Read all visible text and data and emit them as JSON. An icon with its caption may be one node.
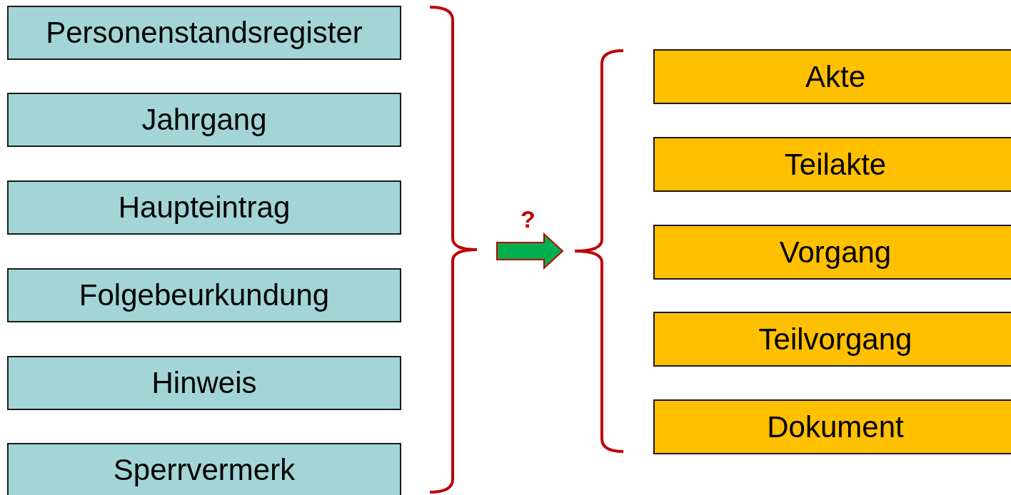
{
  "diagram": {
    "nodes": [
      {
        "text": [
          "Personenstandsregister"
        ]
      },
      {
        "text": [
          "Jahrgang"
        ]
      },
      {
        "text": [
          "Haupteintrag"
        ]
      },
      {
        "text": [
          "Folgebeurkundung"
        ]
      },
      {
        "text": [
          "Hinweis"
        ]
      },
      {
        "text": [
          "Sperrvermerk"
        ]
      },
      {
        "text": [],
        "shape": "brace"
      },
      {
        "text": [],
        "shape": "brace"
      },
      {
        "text": [
          "Akte"
        ]
      },
      {
        "text": [
          "Teilakte"
        ]
      },
      {
        "text": [
          "Vorgang"
        ]
      },
      {
        "text": [
          "Teilvorgang"
        ]
      },
      {
        "text": [
          "Dokument"
        ]
      }
    ],
    "edges": [
      {
        "from": 6,
        "to": 7,
        "arrow": "to",
        "label": "?",
        "style": "thick"
      }
    ]
  }
}
